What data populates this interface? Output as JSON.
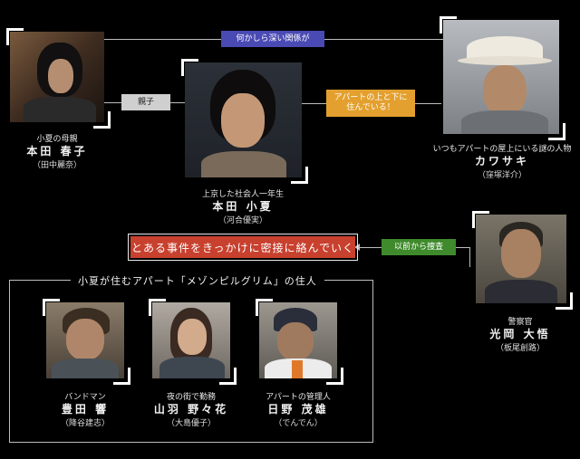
{
  "characters": {
    "haruko": {
      "role": "小夏の母親",
      "name": "本田 春子",
      "actor": "（田中麗奈）"
    },
    "konatsu": {
      "role": "上京した社会人一年生",
      "name": "本田 小夏",
      "actor": "（河合優実）"
    },
    "kawasaki": {
      "role": "いつもアパートの屋上にいる謎の人物",
      "name": "カワサキ",
      "actor": "（窪塚洋介）"
    },
    "mitsuoka": {
      "role": "警察官",
      "name": "光岡 大悟",
      "actor": "（板尾創路）"
    },
    "toyoda": {
      "role": "バンドマン",
      "name": "豊田 響",
      "actor": "（降谷建志）"
    },
    "yamaba": {
      "role": "夜の街で勤務",
      "name": "山羽 野々花",
      "actor": "（大島優子）"
    },
    "hino": {
      "role": "アパートの管理人",
      "name": "日野 茂雄",
      "actor": "（でんでん）"
    }
  },
  "relations": {
    "deep": "何かしら深い関係が",
    "parent": "親子",
    "apartment_line1": "アパートの上と下に",
    "apartment_line2": "住んでいる！",
    "investigating": "以前から捜査"
  },
  "event": "とある事件をきっかけに密接に絡んでいく",
  "group_title": "小夏が住むアパート「メゾンピルグリム」の住人",
  "colors": {
    "deep_badge": "#4a4ab4",
    "parent_badge": "#cfcfcf",
    "apartment_badge": "#e3a02e",
    "investigate_badge": "#3f8a2c",
    "event": "#c8402e"
  }
}
